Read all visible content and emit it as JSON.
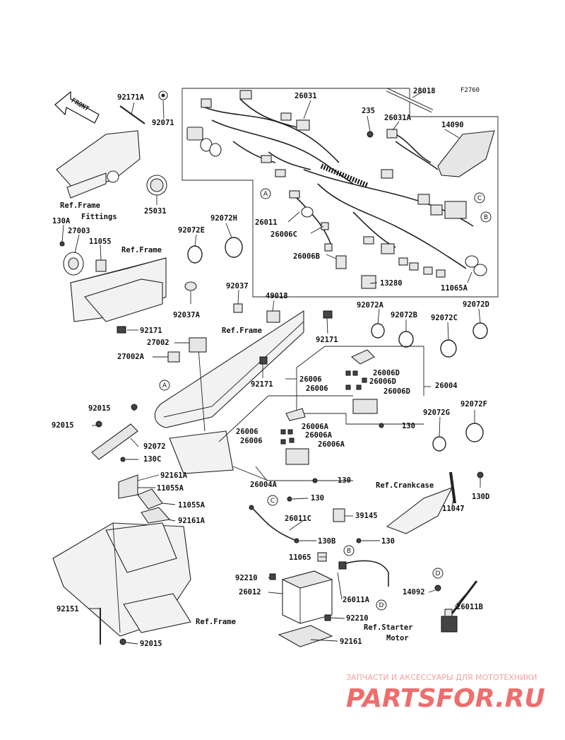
{
  "figure_code": "F2760",
  "front_label": "FRONT",
  "watermark": {
    "line1": "ЗАПЧАСТИ И АКСЕССУАРЫ ДЛЯ МОТОТЕХНИКИ",
    "line2": "PARTSFOR.RU"
  },
  "callout_letters": [
    "A",
    "B",
    "C",
    "D"
  ],
  "reference_labels": {
    "frame_fittings_1": "Ref.Frame",
    "frame_fittings_2": "Fittings",
    "frame_upper": "Ref.Frame",
    "frame_mid": "Ref.Frame",
    "frame_lower": "Ref.Frame",
    "crankcase": "Ref.Crankcase",
    "starter_1": "Ref.Starter",
    "starter_2": "Motor"
  },
  "part_labels": [
    "92171A",
    "92071",
    "26031",
    "28018",
    "235",
    "26031A",
    "14090",
    "25031",
    "130A",
    "27003",
    "11055",
    "92072E",
    "92072H",
    "26011",
    "26006C",
    "26006B",
    "13280",
    "11065A",
    "92037",
    "49018",
    "92037A",
    "92171",
    "92171",
    "27002",
    "27002A",
    "92171",
    "92072A",
    "92072B",
    "92072C",
    "92072D",
    "26006",
    "26006D",
    "26006D",
    "26006",
    "26006D",
    "26004",
    "92015",
    "92015",
    "92072",
    "130C",
    "92161A",
    "11055A",
    "11055A",
    "92161A",
    "26006",
    "26006A",
    "26006A",
    "26006",
    "26006A",
    "130",
    "92072G",
    "92072F",
    "26004A",
    "130",
    "130",
    "Ref.Crankcase",
    "130D",
    "11047",
    "39145",
    "26011C",
    "130B",
    "130",
    "11065",
    "92210",
    "26012",
    "26011A",
    "92210",
    "14092",
    "26011B",
    "92161",
    "92151",
    "92015"
  ]
}
